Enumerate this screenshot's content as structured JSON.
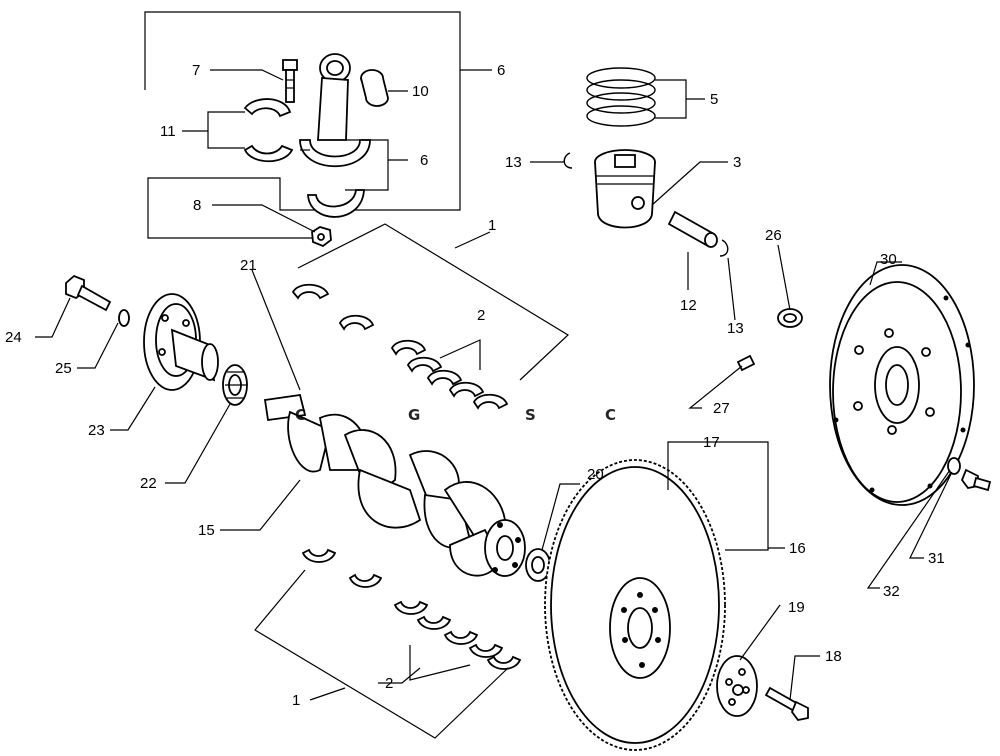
{
  "diagram": {
    "callouts": [
      {
        "id": "c7",
        "text": "7"
      },
      {
        "id": "c6a",
        "text": "6"
      },
      {
        "id": "c10",
        "text": "10"
      },
      {
        "id": "c11",
        "text": "11"
      },
      {
        "id": "c6b",
        "text": "6"
      },
      {
        "id": "c8",
        "text": "8"
      },
      {
        "id": "c5",
        "text": "5"
      },
      {
        "id": "c13a",
        "text": "13"
      },
      {
        "id": "c3",
        "text": "3"
      },
      {
        "id": "c1a",
        "text": "1"
      },
      {
        "id": "c26",
        "text": "26"
      },
      {
        "id": "c30",
        "text": "30"
      },
      {
        "id": "c21",
        "text": "21"
      },
      {
        "id": "c2a",
        "text": "2"
      },
      {
        "id": "c12",
        "text": "12"
      },
      {
        "id": "c13b",
        "text": "13"
      },
      {
        "id": "c24",
        "text": "24"
      },
      {
        "id": "c25",
        "text": "25"
      },
      {
        "id": "c23",
        "text": "23"
      },
      {
        "id": "c27",
        "text": "27"
      },
      {
        "id": "c22",
        "text": "22"
      },
      {
        "id": "c17",
        "text": "17"
      },
      {
        "id": "c20",
        "text": "20"
      },
      {
        "id": "c15",
        "text": "15"
      },
      {
        "id": "c16",
        "text": "16"
      },
      {
        "id": "c31",
        "text": "31"
      },
      {
        "id": "c32",
        "text": "32"
      },
      {
        "id": "c19",
        "text": "19"
      },
      {
        "id": "c18",
        "text": "18"
      },
      {
        "id": "c2b",
        "text": "2"
      },
      {
        "id": "c1b",
        "text": "1"
      }
    ]
  },
  "watermark": {
    "letters": [
      "C",
      "G",
      "S",
      "C"
    ],
    "colors": [
      "#4f8ff0",
      "#ea5d5d",
      "#f6d04a",
      "#3fae7c"
    ]
  }
}
